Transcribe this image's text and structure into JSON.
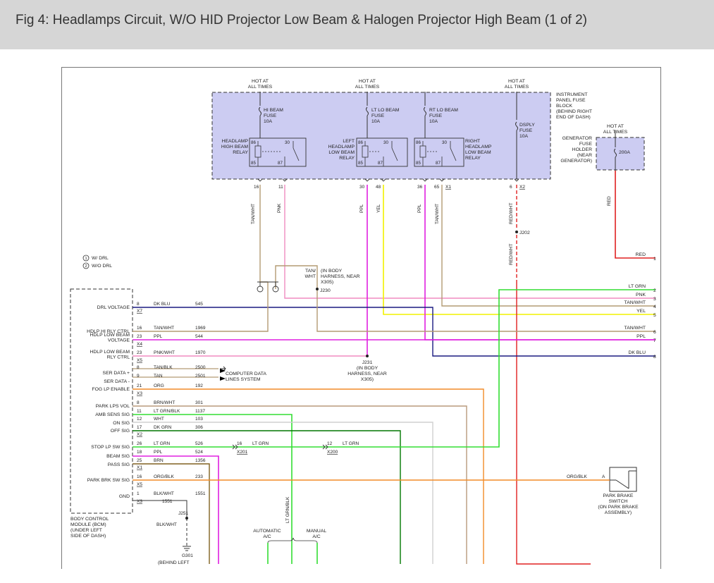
{
  "header": {
    "title": "Fig 4: Headlamps Circuit, W/O HID Projector Low Beam & Halogen Projector High Beam (1 of 2)"
  },
  "colors": {
    "fuse_block_fill": "#ccccf2",
    "wire_ltgrn": "#33dd33",
    "wire_pnk": "#f08cc0",
    "wire_tanwht": "#b39b73",
    "wire_yel": "#f2f200",
    "wire_dkblu": "#1a1a80",
    "wire_ppl": "#e020e0",
    "wire_red": "#e02020",
    "wire_org": "#f28c28",
    "wire_brnwht": "#b89a7c",
    "wire_wht": "#d0d0d0",
    "wire_dkgrn": "#007700",
    "wire_brn": "#806020",
    "wire_blkwht": "#333333"
  },
  "diagram": {
    "hot_labels": [
      {
        "text": "HOT AT\nALL TIMES"
      },
      {
        "text": "HOT AT\nALL TIMES"
      },
      {
        "text": "HOT AT\nALL TIMES"
      },
      {
        "text": "HOT AT\nALL TIMES"
      }
    ],
    "fuse_block_label": "INSTRUMENT\nPANEL FUSE\nBLOCK\n(BEHIND RIGHT\nEND OF DASH)",
    "fuses": [
      {
        "label": "HI BEAM\nFUSE\n10A"
      },
      {
        "label": "LT LO BEAM\nFUSE\n10A"
      },
      {
        "label": "RT LO BEAM\nFUSE\n10A"
      },
      {
        "label": "DSPLY\nFUSE\n10A"
      }
    ],
    "relays": [
      {
        "name": "HEADLAMP\nHIGH BEAM\nRELAY",
        "pins": [
          "86",
          "30",
          "85",
          "87"
        ]
      },
      {
        "name": "LEFT\nHEADLAMP\nLOW BEAM\nRELAY",
        "pins": [
          "86",
          "30",
          "85",
          "87"
        ]
      },
      {
        "name": "RIGHT\nHEADLAMP\nLOW BEAM\nRELAY",
        "pins": [
          "86",
          "30",
          "85",
          "87"
        ]
      }
    ],
    "fuse_block_pins": [
      "16",
      "11",
      "30",
      "48",
      "36",
      "65",
      "X1",
      "6",
      "X2"
    ],
    "generator_fuse": {
      "label": "GENERATOR\nFUSE\nHOLDER\n(NEAR\nGENERATOR)",
      "rating": "200A"
    },
    "vertical_wire_labels": [
      "TAN/WHT",
      "PNK",
      "PPL",
      "YEL",
      "PPL",
      "TAN/WHT",
      "RED/WHT",
      "RED/WHT",
      "RED",
      "LT GRN/BLK"
    ],
    "splice_j202": "J202",
    "legend": [
      {
        "symbol": "1",
        "text": "W/ DRL"
      },
      {
        "symbol": "2",
        "text": "W/O DRL"
      }
    ],
    "j230": {
      "wire": "TAN/\nWHT",
      "note": "(IN BODY\nHARNESS, NEAR\nX305)",
      "id": "J230"
    },
    "j231": {
      "text": "J231\n(IN BODY\nHARNESS, NEAR\nX305)"
    },
    "connector_right": [
      {
        "wire": "RED",
        "pin": "1"
      },
      {
        "wire": "LT GRN",
        "pin": "2"
      },
      {
        "wire": "PNK",
        "pin": "3"
      },
      {
        "wire": "TAN/WHT",
        "pin": "4"
      },
      {
        "wire": "YEL",
        "pin": "5"
      },
      {
        "wire": "TAN/WHT",
        "pin": "6"
      },
      {
        "wire": "PPL",
        "pin": "7"
      },
      {
        "wire": "DK BLU",
        "pin": "8"
      }
    ],
    "bcm_label": "BODY CONTROL\nMODULE (BCM)\n(UNDER LEFT\nSIDE OF DASH)",
    "bcm_functions": [
      "DRL VOLTAGE",
      "HDLP HI RLY CTRL",
      "HDLP LOW BEAM\nVOLTAGE",
      "HDLP LOW BEAM\nRLY CTRL",
      "SER DATA +",
      "SER DATA -",
      "FOG LP ENABLE",
      "PARK LPS VOL",
      "AMB SENS SIG",
      "ON SIG",
      "OFF SIG",
      "STOP LP SW SIG",
      "BEAM SIG",
      "PASS SIG",
      "PARK BRK SW SIG",
      "GND"
    ],
    "bcm_connectors": [
      "X7",
      "X4",
      "X5",
      "X3",
      "X2",
      "X1",
      "X5",
      "X3"
    ],
    "bcm_wires": [
      {
        "pin": "8",
        "color": "DK BLU",
        "circuit": "545"
      },
      {
        "pin": "16",
        "color": "TAN/WHT",
        "circuit": "1969"
      },
      {
        "pin": "23",
        "color": "PPL",
        "circuit": "544"
      },
      {
        "pin": "23",
        "color": "PNK/WHT",
        "circuit": "1970"
      },
      {
        "pin": "8",
        "color": "TAN/BLK",
        "circuit": "2500"
      },
      {
        "pin": "9",
        "color": "TAN",
        "circuit": "2501"
      },
      {
        "pin": "21",
        "color": "ORG",
        "circuit": "192"
      },
      {
        "pin": "8",
        "color": "BRN/WHT",
        "circuit": "301"
      },
      {
        "pin": "11",
        "color": "LT GRN/BLK",
        "circuit": "1137"
      },
      {
        "pin": "12",
        "color": "WHT",
        "circuit": "103"
      },
      {
        "pin": "17",
        "color": "DK GRN",
        "circuit": "306"
      },
      {
        "pin": "26",
        "color": "LT GRN",
        "circuit": "526"
      },
      {
        "pin": "18",
        "color": "PPL",
        "circuit": "524"
      },
      {
        "pin": "25",
        "color": "BRN",
        "circuit": "1356"
      },
      {
        "pin": "16",
        "color": "ORG/BLK",
        "circuit": "233"
      },
      {
        "pin": "1",
        "color": "BLK/WHT",
        "circuit": "1551"
      }
    ],
    "computer_data": "COMPUTER DATA\nLINES SYSTEM",
    "inline_x201": {
      "pin": "16",
      "id": "X201",
      "wire": "LT GRN"
    },
    "inline_x200": {
      "pin": "12",
      "id": "X200",
      "wire": "LT GRN"
    },
    "park_brake": {
      "wire": "ORG/BLK",
      "pin": "A",
      "label": "PARK BRAKE\nSWITCH\n(ON PARK BRAKE\nASSEMBLY)"
    },
    "ground": {
      "splice": "J251",
      "wire": "BLK/WHT",
      "id": "G301",
      "note": "(BEHIND LEFT"
    },
    "ac_labels": [
      "AUTOMATIC\nA/C",
      "MANUAL\nA/C"
    ]
  }
}
